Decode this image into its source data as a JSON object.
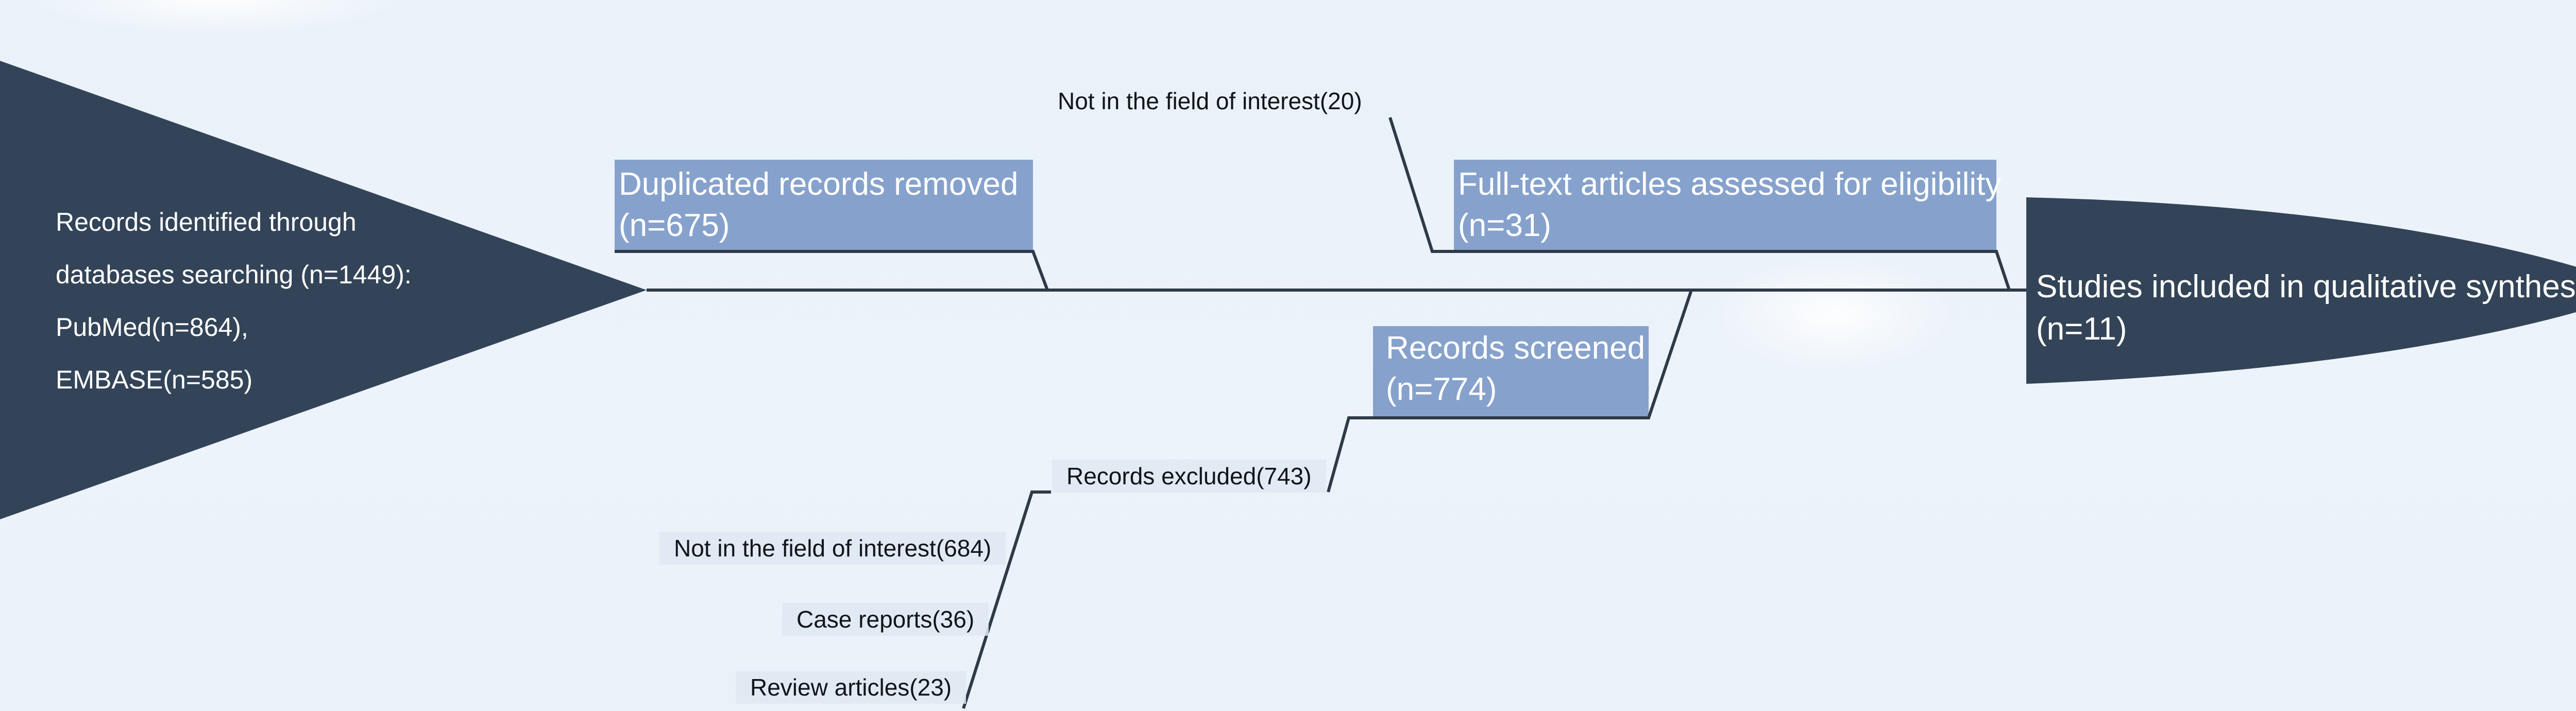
{
  "colors": {
    "dark_node": "#334458",
    "box_fill": "#86a2cc",
    "line": "#2f3a48",
    "background": "#ebf2f9"
  },
  "start_node": {
    "lines": [
      "Records identified through",
      "databases searching (n=1449):",
      "PubMed(n=864),",
      "EMBASE(n=585)"
    ]
  },
  "boxes": {
    "duplicated": {
      "title": "Duplicated records removed",
      "count": "(n=675)"
    },
    "fulltext": {
      "title": "Full-text articles assessed for eligibility",
      "count": "(n=31)"
    },
    "screened": {
      "title": "Records screened",
      "count": "(n=774)"
    }
  },
  "end_node": {
    "title": "Studies included in qualitative synthesis",
    "count": "(n=11)"
  },
  "annotations": {
    "fulltext_excluded": "Not in the field of interest(20)",
    "records_excluded": "Records excluded(743)",
    "reason_field": "Not in the field of interest(684)",
    "reason_case": "Case reports(36)",
    "reason_review": "Review articles(23)"
  }
}
